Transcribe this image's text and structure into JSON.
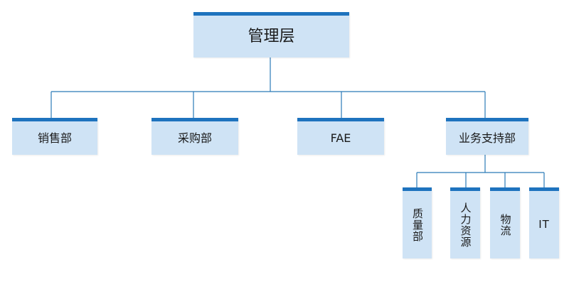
{
  "org": {
    "top": "管理层",
    "departments": [
      {
        "label": "销售部"
      },
      {
        "label": "采购部"
      },
      {
        "label": "FAE"
      },
      {
        "label": "业务支持部"
      }
    ],
    "support_subunits": [
      {
        "label": "质量部"
      },
      {
        "label": "人力资源"
      },
      {
        "label": "物流"
      },
      {
        "label": "IT"
      }
    ]
  },
  "colors": {
    "box_fill": "#cfe3f5",
    "box_top_bar": "#1e73be",
    "connector": "#2a7ab8"
  }
}
